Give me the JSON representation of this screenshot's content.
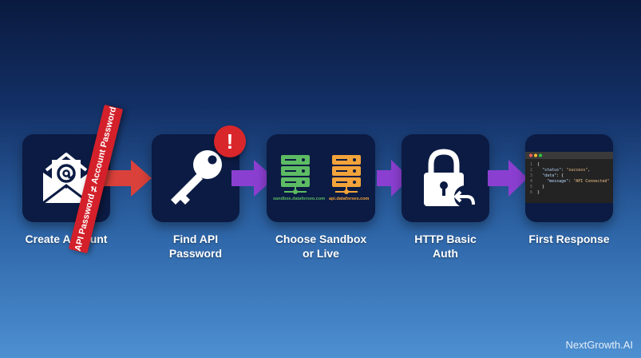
{
  "steps": [
    {
      "label": "Create Account",
      "icon": "envelope-at-icon"
    },
    {
      "label": "Find API\nPassword",
      "icon": "key-icon"
    },
    {
      "label": "Choose Sandbox\nor Live",
      "icon": "servers-icon"
    },
    {
      "label": "HTTP Basic\nAuth",
      "icon": "padlock-icon"
    },
    {
      "label": "First Response",
      "icon": "code-window-icon"
    }
  ],
  "sash": {
    "left": "API Password",
    "symbol": "≠",
    "right": "Account Password"
  },
  "alert_badge": {
    "glyph": "!"
  },
  "hosts": {
    "sandbox": "sandbox.dataforseo.com",
    "live": "api.dataforseo.com"
  },
  "code": {
    "line_numbers": [
      "1",
      "2",
      "3",
      "4",
      "5",
      "6"
    ],
    "status_key": "\"status\"",
    "status_value": "\"success\"",
    "data_key": "\"data\"",
    "message_key": "\"message\"",
    "message_value": "\"API Connected\""
  },
  "watermark": "NextGrowth.AI",
  "colors": {
    "red_arrow": "#d9413a",
    "purple_arrow": "#8b3fd1",
    "sash": "#d3202a",
    "server_green": "#5dbb63",
    "server_orange": "#f2a33a",
    "tile": "#0b1b43"
  }
}
